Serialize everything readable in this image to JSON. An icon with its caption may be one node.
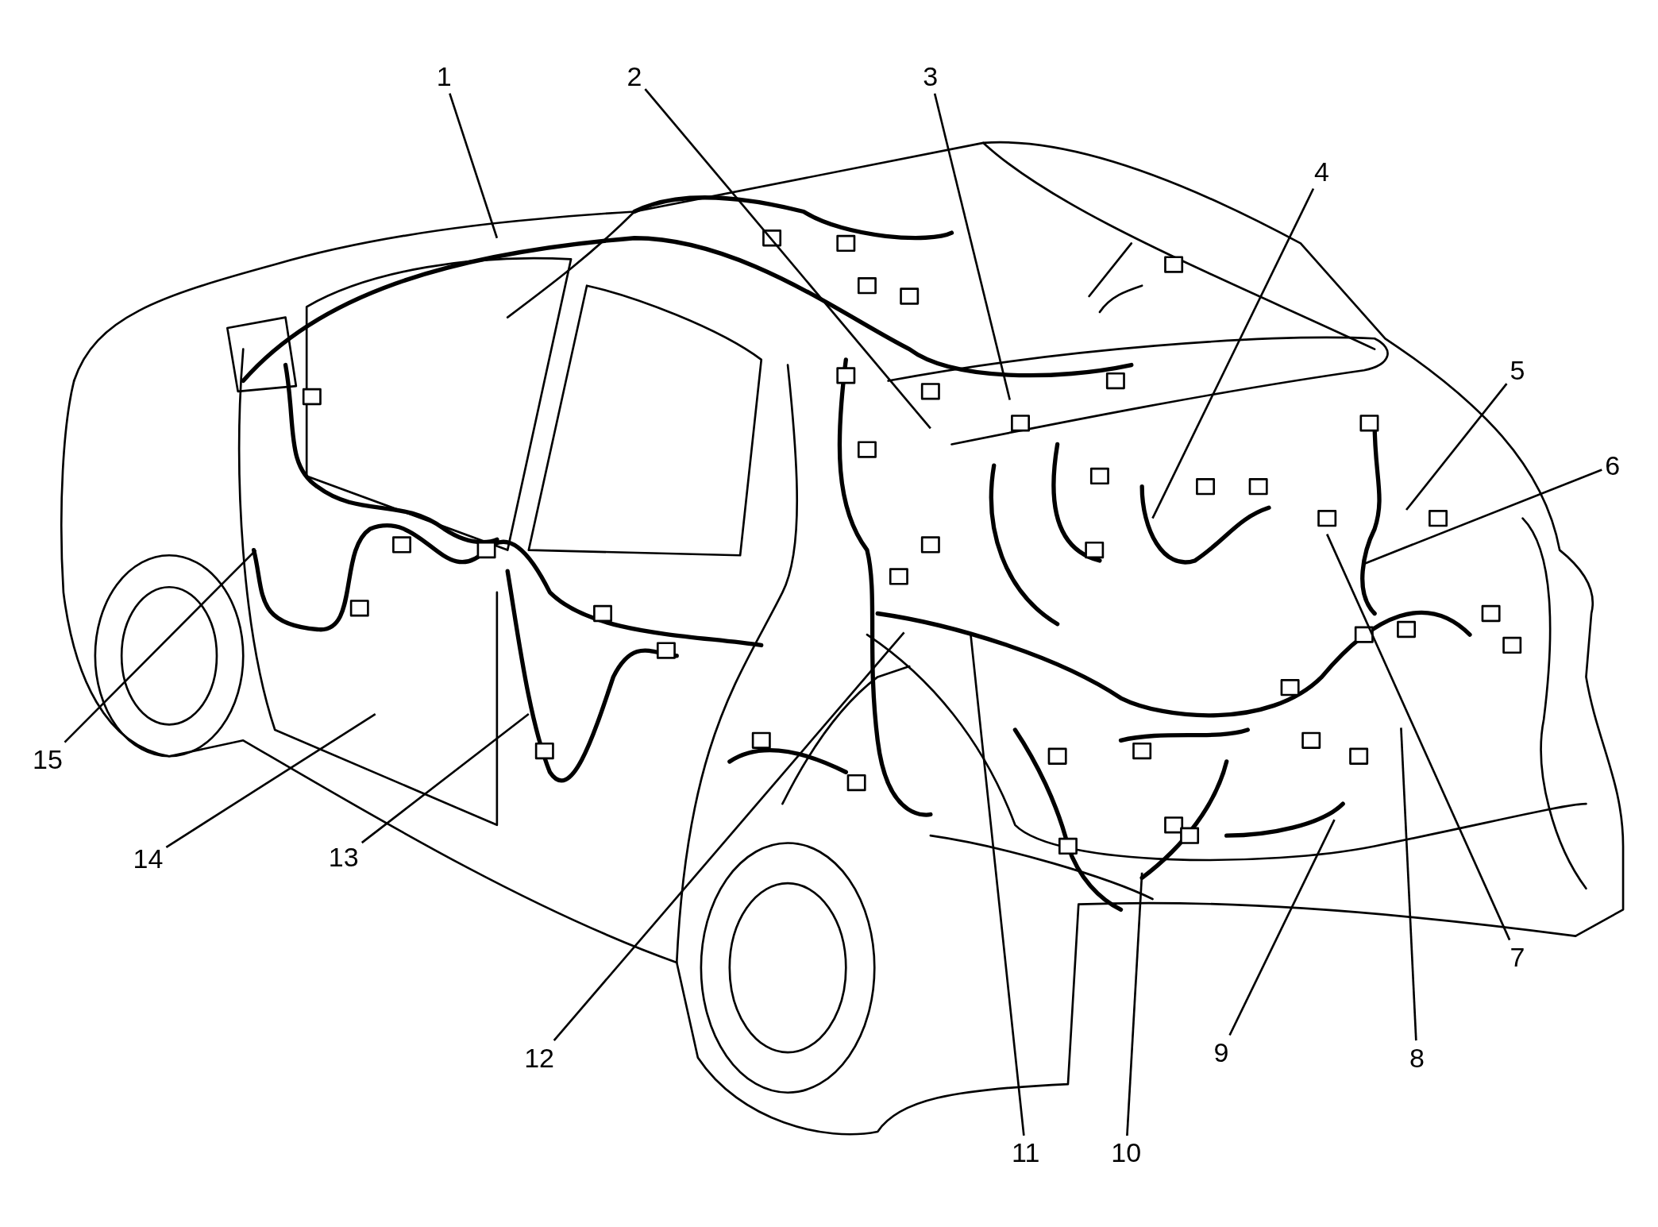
{
  "diagram": {
    "nodes": [
      {
        "text": [
          "1"
        ]
      },
      {
        "text": [
          "2"
        ]
      },
      {
        "text": [
          "3"
        ]
      },
      {
        "text": [
          "4"
        ]
      },
      {
        "text": [
          "5"
        ]
      },
      {
        "text": [
          "6"
        ]
      },
      {
        "text": [
          "7"
        ]
      },
      {
        "text": [
          "8"
        ]
      },
      {
        "text": [
          "9"
        ]
      },
      {
        "text": [
          "10"
        ]
      },
      {
        "text": [
          "11"
        ]
      },
      {
        "text": [
          "12"
        ]
      },
      {
        "text": [
          "13"
        ]
      },
      {
        "text": [
          "14"
        ]
      },
      {
        "text": [
          "15"
        ]
      }
    ],
    "edges": [
      {
        "from": 0,
        "to": null,
        "arrow": "none"
      },
      {
        "from": 1,
        "to": null,
        "arrow": "none"
      },
      {
        "from": 2,
        "to": null,
        "arrow": "none"
      },
      {
        "from": 3,
        "to": null,
        "arrow": "none"
      },
      {
        "from": 4,
        "to": null,
        "arrow": "none"
      },
      {
        "from": 5,
        "to": null,
        "arrow": "none"
      },
      {
        "from": 6,
        "to": null,
        "arrow": "none"
      },
      {
        "from": 7,
        "to": null,
        "arrow": "none"
      },
      {
        "from": 8,
        "to": null,
        "arrow": "none"
      },
      {
        "from": 9,
        "to": null,
        "arrow": "none"
      },
      {
        "from": 10,
        "to": null,
        "arrow": "none"
      },
      {
        "from": 11,
        "to": null,
        "arrow": "none"
      },
      {
        "from": 12,
        "to": null,
        "arrow": "none"
      },
      {
        "from": 13,
        "to": null,
        "arrow": "none"
      },
      {
        "from": 14,
        "to": null,
        "arrow": "none"
      }
    ]
  }
}
